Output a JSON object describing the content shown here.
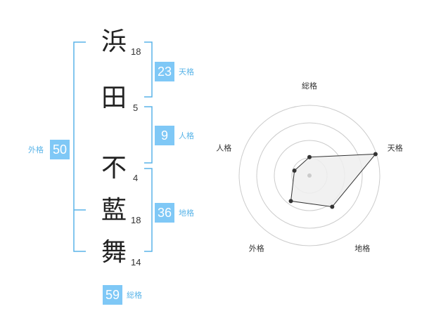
{
  "name": {
    "chars": [
      {
        "char": "浜",
        "strokes": "18"
      },
      {
        "char": "田",
        "strokes": "5"
      },
      {
        "char": "不",
        "strokes": "4"
      },
      {
        "char": "藍",
        "strokes": "18"
      },
      {
        "char": "舞",
        "strokes": "14"
      }
    ]
  },
  "kakusu": {
    "tenkaku": {
      "value": "23",
      "label": "天格"
    },
    "jinkaku": {
      "value": "9",
      "label": "人格"
    },
    "chikaku": {
      "value": "36",
      "label": "地格"
    },
    "gaikaku": {
      "value": "50",
      "label": "外格"
    },
    "soukaku": {
      "value": "59",
      "label": "総格"
    }
  },
  "chart_data": {
    "type": "radar",
    "axes": [
      "総格",
      "天格",
      "地格",
      "外格",
      "人格"
    ],
    "values": [
      1.05,
      3.95,
      2.2,
      1.8,
      0.9
    ],
    "rmax": 4,
    "rings": 4,
    "colors": {
      "fill": "#eeeeee",
      "line": "#333333",
      "grid": "#cccccc",
      "badge": "#7fc8f6",
      "bracket": "#5ab4e8"
    }
  }
}
